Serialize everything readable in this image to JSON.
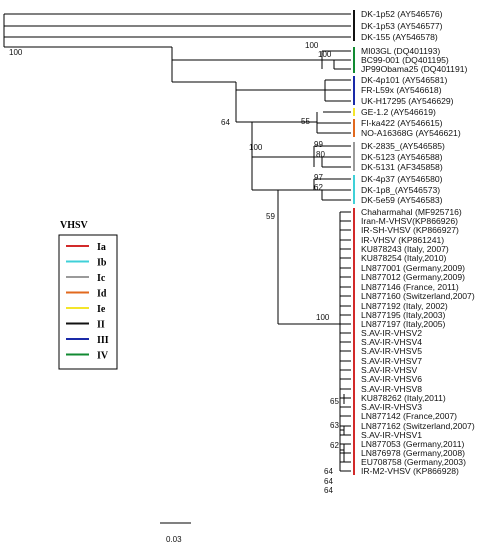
{
  "title": "VHSV",
  "scale": {
    "label": "0.03",
    "value": 0.03
  },
  "legend": [
    {
      "label": "Ia",
      "color": "#d22a2a"
    },
    {
      "label": "Ib",
      "color": "#3fd0d8"
    },
    {
      "label": "Ic",
      "color": "#9a9a9a"
    },
    {
      "label": "Id",
      "color": "#e2691e"
    },
    {
      "label": "Ie",
      "color": "#f4e52a"
    },
    {
      "label": "II",
      "color": "#111111"
    },
    {
      "label": "III",
      "color": "#1a2aa8"
    },
    {
      "label": "IV",
      "color": "#118a32"
    }
  ],
  "tips": [
    "DK-1p52 (AY546576)",
    "DK-1p53 (AY546577)",
    "DK-155 (AY546578)",
    "MI03GL (DQ401193)",
    "BC99-001 (DQ401195)",
    "JP99Obama25 (DQ401191)",
    "DK-4p101 (AY546581)",
    "FR-L59x (AY546618)",
    "UK-H17295 (AY546629)",
    "GE-1.2 (AY546619)",
    "FI-ka422 (AY546615)",
    "NO-A16368G (AY546621)",
    "DK-2835_(AY546585)",
    "DK-5123 (AY546588)",
    "DK-5131 (AF345858)",
    "DK-4p37 (AY546580)",
    "DK-1p8_(AY546573)",
    "DK-5e59 (AY546583)",
    "Chaharmahal (MF925716)",
    "Iran-M-VHSV(KP866926)",
    "IR-SH-VHSV (KP866927)",
    "IR-VHSV (KP861241)",
    "KU878243 (Italy, 2007)",
    "KU878254 (Italy,2010)",
    "LN877001 (Germany,2009)",
    "LN877012 (Germany,2009)",
    "LN877146 (France, 2011)",
    "LN877160 (Switzerland,2007)",
    "LN877192 (Italy, 2002)",
    "LN877195 (Italy,2003)",
    "LN877197 (Italy,2005)",
    "S.AV-IR-VHSV2",
    "S.AV-IR-VHSV4",
    "S.AV-IR-VHSV5",
    "S.AV-IR-VHSV7",
    "S.AV-IR-VHSV",
    "S.AV-IR-VHSV6",
    "S.AV-IR-VHSV8",
    "KU878262 (Italy,2011)",
    "S.AV-IR-VHSV3",
    "LN877142 (France,2007)",
    "LN877162 (Switzerland,2007)",
    "S.AV-IR-VHSV1",
    "LN877053 (Germany,2011)",
    "LN876978 (Germany,2008)",
    "EU708758 (Germany,2003)",
    "IR-M2-VHSV (KP866928)"
  ],
  "bootstrap": [
    "100",
    "100",
    "100",
    "64",
    "100",
    "55",
    "99",
    "80",
    "97",
    "62",
    "59",
    "100",
    "65",
    "63",
    "62",
    "64",
    "64",
    "64"
  ],
  "group_bars": [
    {
      "group": "II",
      "from": 0,
      "to": 2
    },
    {
      "group": "IV",
      "from": 3,
      "to": 5
    },
    {
      "group": "III",
      "from": 6,
      "to": 8
    },
    {
      "group": "Ie",
      "from": 9,
      "to": 9
    },
    {
      "group": "Id",
      "from": 10,
      "to": 11
    },
    {
      "group": "Ic",
      "from": 12,
      "to": 14
    },
    {
      "group": "Ib",
      "from": 15,
      "to": 17
    },
    {
      "group": "Ia",
      "from": 18,
      "to": 46
    }
  ]
}
